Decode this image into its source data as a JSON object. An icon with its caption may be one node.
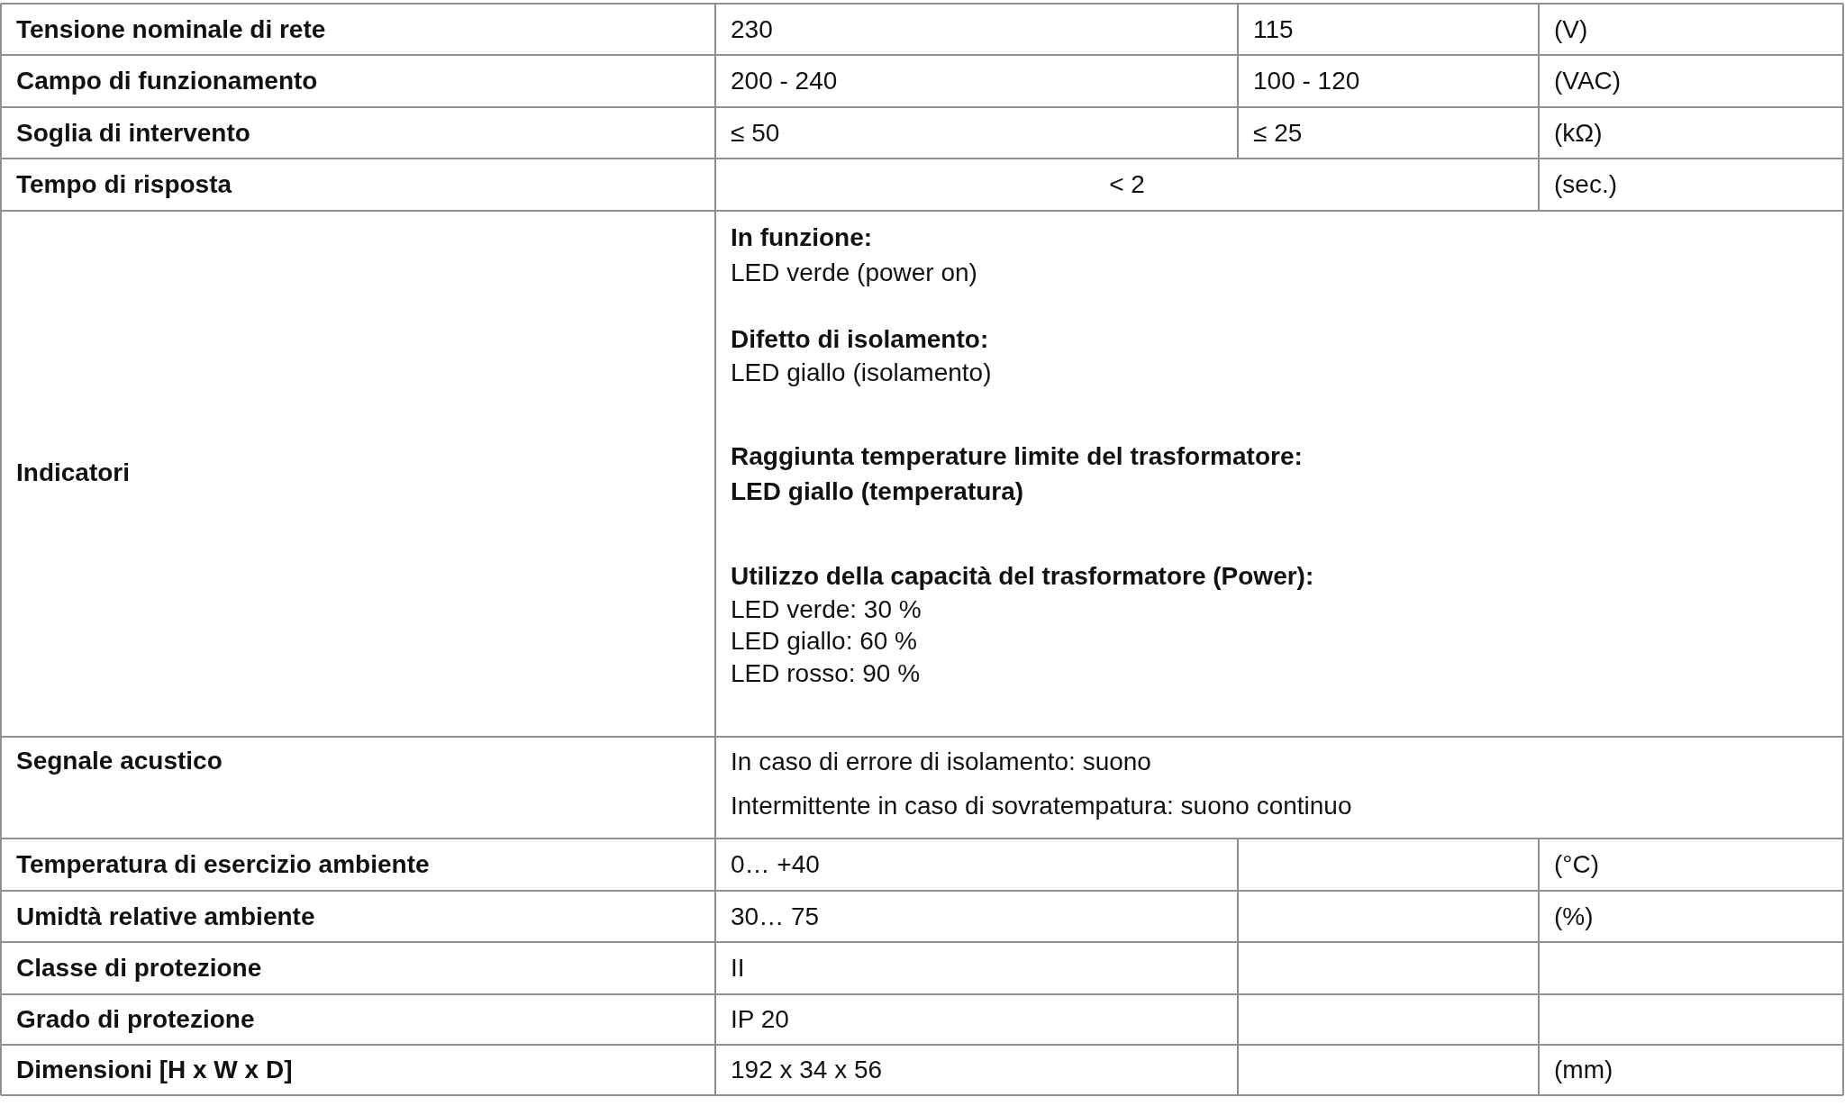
{
  "diagram": {
    "labels": [
      "Tensione nominale di rete",
      "230",
      "115",
      "(V)",
      "Campo di funzionamento",
      "200 - 240",
      "100 - 120",
      "(VAC)",
      "Soglia di intervento",
      "≤ 50",
      "≤ 25",
      "(kΩ)",
      "Tempo di risposta",
      "< 2",
      "(sec.)",
      "Indicatori",
      "In funzione:",
      "LED verde (power on)",
      "Difetto di isolamento:",
      "LED giallo (isolamento)",
      "Raggiunta temperature limite del trasformatore:",
      "LED giallo (temperatura)",
      "Utilizzo della capacità del trasformatore (Power):",
      "LED verde: 30 %",
      "LED giallo: 60 %",
      "LED rosso: 90 %",
      "Segnale acustico",
      "In caso di errore di isolamento: suono",
      "Intermittente in caso di sovratempatura: suono continuo",
      "Temperatura di esercizio ambiente",
      "0… +40",
      "(°C)",
      "Umidtà relative ambiente",
      "30… 75",
      "(%)",
      "Classe di protezione",
      "II",
      "Grado di protezione",
      "IP 20",
      "Dimensioni [H x W x D]",
      "192 x 34 x 56",
      "(mm)"
    ]
  }
}
